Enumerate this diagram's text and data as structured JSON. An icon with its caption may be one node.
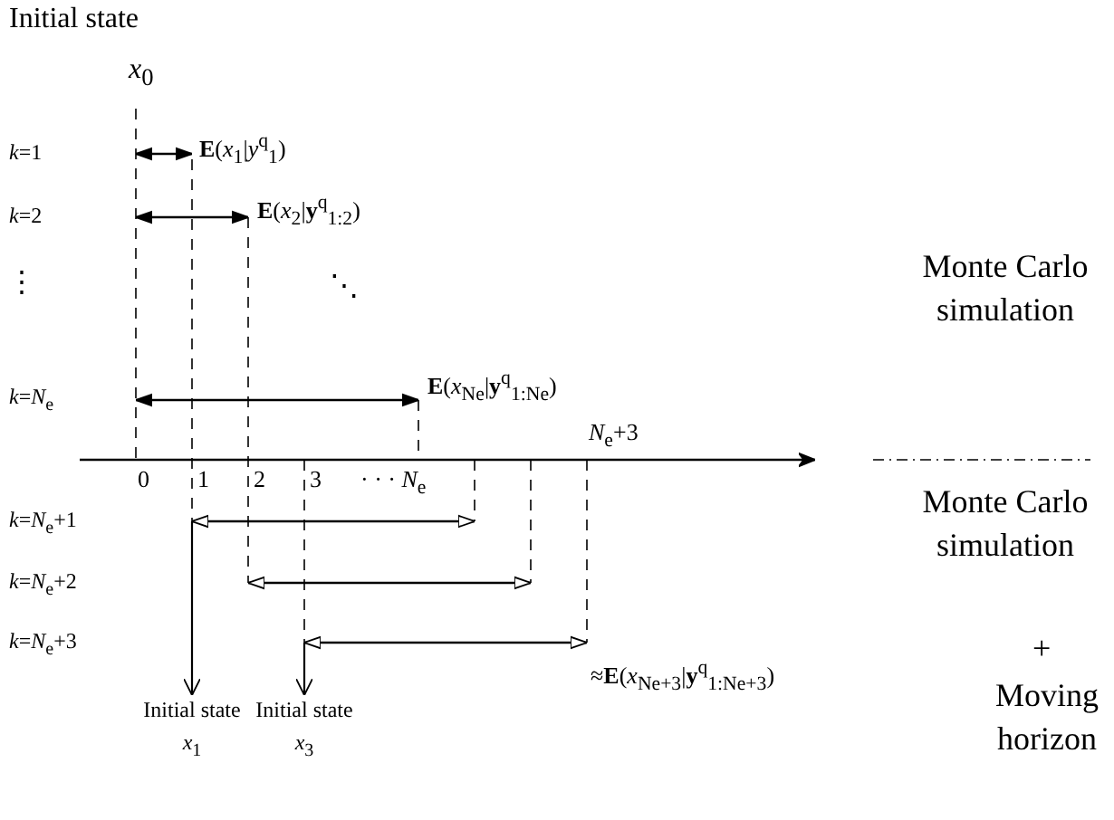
{
  "diagram": {
    "nodes": [
      {
        "text": [
          "Initial state",
          "*x*$_{1}$"
        ]
      },
      {
        "text": [
          "Initial state",
          "*x*$_{3}$"
        ]
      }
    ],
    "edges": [
      {
        "from": null,
        "to": 0,
        "arrow": "to"
      },
      {
        "from": null,
        "to": 1,
        "arrow": "to"
      }
    ],
    "labels": [
      "Initial state",
      "*x*$_{0}$",
      "*k*=1",
      "**E**(*x*$_{1}$|*y*$^{q}$$_{1}$)",
      "*k*=2",
      "**E**(*x*$_{2}$|**y**$^{q}$$_{1:2}$)",
      "⋮",
      "⋱",
      "Monte Carlo simulation",
      "*k*=*N*$_{e}$",
      "**E**(*x*$_{Ne}$|**y**$^{q}$$_{1:Ne}$)",
      "*N*$_{e}$+3",
      "0",
      "1",
      "2",
      "3",
      "· · · *N*$_{e}$",
      "*k*=*N*$_{e}$+1",
      "Monte Carlo simulation",
      "*k*=*N*$_{e}$+2",
      "+",
      "*k*=*N*$_{e}$+3",
      "≈**E**(*x*$_{Ne+3}$|**y**$^{q}$$_{1:Ne+3}$)",
      "Moving horizon"
    ]
  }
}
